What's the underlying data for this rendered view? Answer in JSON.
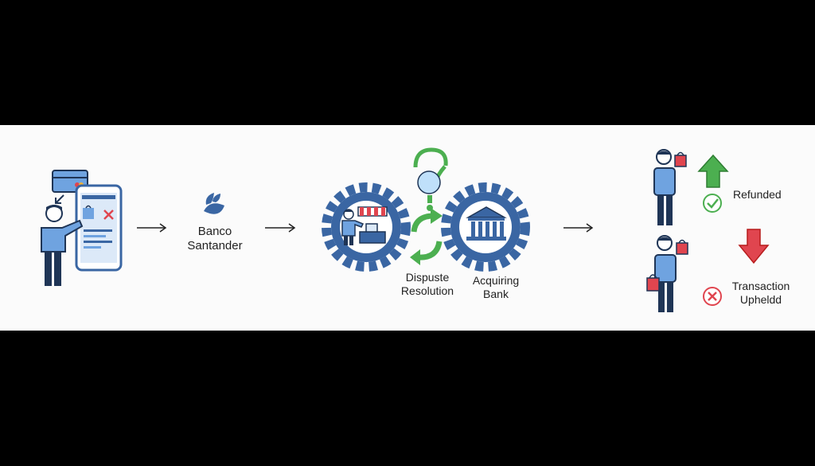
{
  "labels": {
    "bank_line1": "Banco",
    "bank_line2": "Santander",
    "dispute_line1": "Dispuste",
    "dispute_line2": "Resolution",
    "acquiring_line1": "Acquiring",
    "acquiring_line2": "Bank",
    "refunded": "Refunded",
    "upheld_line1": "Transaction",
    "upheld_line2": "Upheldd"
  },
  "icons": {
    "customer": "person-icon",
    "phone": "smartphone-icon",
    "card": "credit-card-icon",
    "bank_logo": "flame-logo-icon",
    "flow_arrow": "arrow-right-icon",
    "gear": "gear-icon",
    "merchant": "cashier-icon",
    "shop": "storefront-icon",
    "dollar": "dollar-coin-icon",
    "question": "question-mark-icon",
    "cycle": "refresh-cycle-icon",
    "institution": "bank-building-icon",
    "up": "arrow-up-icon",
    "down": "arrow-down-icon",
    "check": "check-circle-icon",
    "cross": "x-circle-icon",
    "bag": "shopping-bag-icon"
  },
  "colors": {
    "primary_blue": "#3a66a3",
    "light_blue": "#6fa3e0",
    "navy": "#1f3556",
    "green": "#4caf50",
    "red": "#e0454f",
    "background": "#fbfbfb",
    "letterbox": "#000000"
  }
}
